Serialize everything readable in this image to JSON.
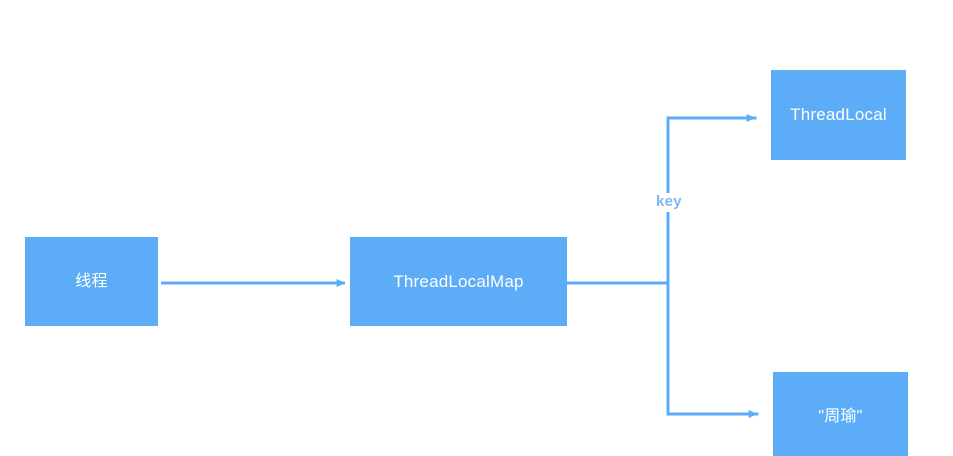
{
  "diagram": {
    "title": "ThreadLocal / ThreadLocalMap structure",
    "background_color": "#ffffff",
    "node_fill_color": "#5dacf7",
    "node_text_color": "#ffffff",
    "connector_color": "#5dacf7",
    "edge_label_color": "#7db6f6",
    "nodes": [
      {
        "id": "thread",
        "label": "线程",
        "script": "cjk"
      },
      {
        "id": "threadlocalmap",
        "label": "ThreadLocalMap",
        "script": "latin"
      },
      {
        "id": "threadlocal",
        "label": "ThreadLocal",
        "script": "latin"
      },
      {
        "id": "value",
        "label": "\"周瑜\"",
        "script": "cjk"
      }
    ],
    "edges": [
      {
        "id": "thread-to-map",
        "from": "thread",
        "to": "threadlocalmap",
        "label": "",
        "arrow": true
      },
      {
        "id": "map-to-branch",
        "from": "threadlocalmap",
        "to": "branch",
        "label": "",
        "arrow": false
      },
      {
        "id": "branch-to-threadlocal",
        "from": "branch",
        "to": "threadlocal",
        "label": "key",
        "arrow": true
      },
      {
        "id": "branch-to-value",
        "from": "branch",
        "to": "value",
        "label": "",
        "arrow": true
      }
    ]
  }
}
